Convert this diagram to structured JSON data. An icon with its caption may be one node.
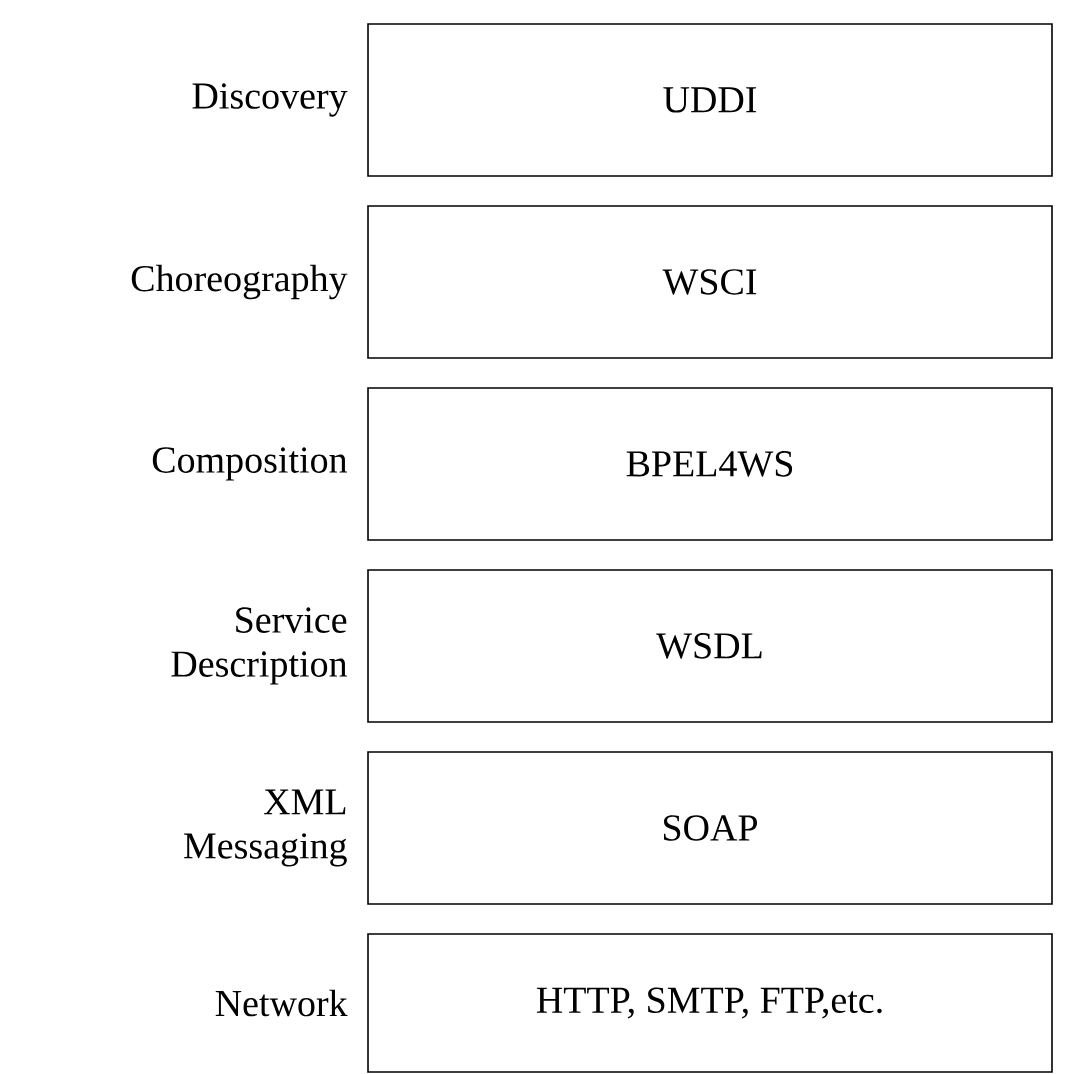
{
  "diagram": {
    "nodes": [
      {
        "text": [
          "UDDI"
        ],
        "beside": [
          "Discovery"
        ]
      },
      {
        "text": [
          "WSCI"
        ],
        "beside": [
          "Choreography"
        ]
      },
      {
        "text": [
          "BPEL4WS"
        ],
        "beside": [
          "Composition"
        ]
      },
      {
        "text": [
          "WSDL"
        ],
        "beside": [
          "Service Description"
        ]
      },
      {
        "text": [
          "SOAP"
        ],
        "beside": [
          "XML Messaging"
        ]
      },
      {
        "text": [
          "HTTP, SMTP, FTP,etc."
        ],
        "beside": [
          "Network"
        ]
      }
    ]
  }
}
